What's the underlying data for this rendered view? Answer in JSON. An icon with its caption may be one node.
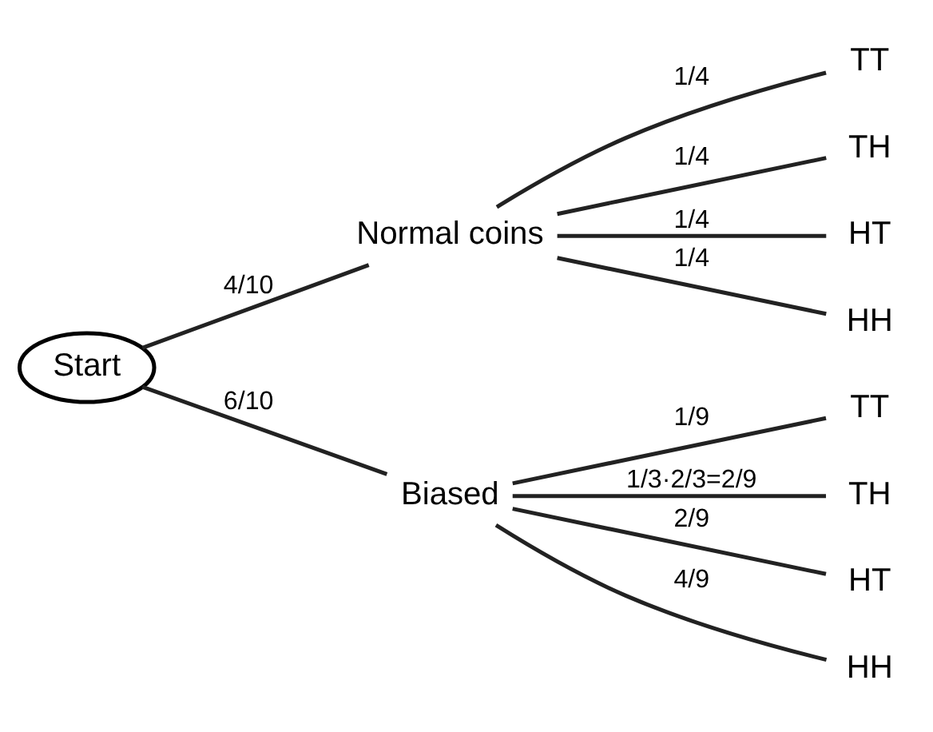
{
  "diagram": {
    "nodes": [
      {
        "text": [
          "Start"
        ]
      },
      {
        "text": [
          "Normal coins"
        ]
      },
      {
        "text": [
          "Biased"
        ]
      },
      {
        "text": [
          "TT"
        ]
      },
      {
        "text": [
          "TH"
        ]
      },
      {
        "text": [
          "HT"
        ]
      },
      {
        "text": [
          "HH"
        ]
      },
      {
        "text": [
          "TT"
        ]
      },
      {
        "text": [
          "TH"
        ]
      },
      {
        "text": [
          "HT"
        ]
      },
      {
        "text": [
          "HH"
        ]
      }
    ],
    "edges": [
      {
        "from": 0,
        "to": 1,
        "arrow": "none",
        "label": "4/10"
      },
      {
        "from": 0,
        "to": 2,
        "arrow": "none",
        "label": "6/10"
      },
      {
        "from": 1,
        "to": 3,
        "arrow": "none",
        "label": "1/4"
      },
      {
        "from": 1,
        "to": 4,
        "arrow": "none",
        "label": "1/4"
      },
      {
        "from": 1,
        "to": 5,
        "arrow": "none",
        "label": "1/4"
      },
      {
        "from": 1,
        "to": 6,
        "arrow": "none",
        "label": "1/4"
      },
      {
        "from": 2,
        "to": 7,
        "arrow": "none",
        "label": "1/9"
      },
      {
        "from": 2,
        "to": 8,
        "arrow": "none",
        "label": "1/3·2/3=2/9"
      },
      {
        "from": 2,
        "to": 9,
        "arrow": "none",
        "label": "2/9"
      },
      {
        "from": 2,
        "to": 10,
        "arrow": "none",
        "label": "4/9"
      }
    ]
  }
}
